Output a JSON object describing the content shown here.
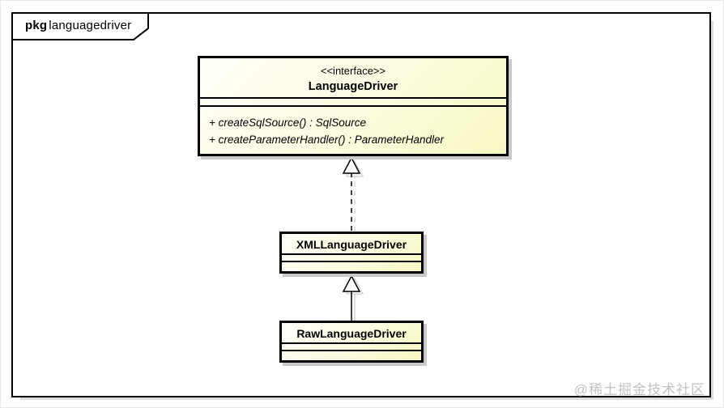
{
  "package": {
    "keyword": "pkg",
    "name": "languagedriver"
  },
  "interface": {
    "stereotype": "<<interface>>",
    "name": "LanguageDriver",
    "methods": [
      "+ createSqlSource() : SqlSource",
      "+ createParameterHandler() : ParameterHandler"
    ]
  },
  "classes": [
    {
      "name": "XMLLanguageDriver"
    },
    {
      "name": "RawLanguageDriver"
    }
  ],
  "relationships": [
    {
      "from": "XMLLanguageDriver",
      "to": "LanguageDriver",
      "type": "realization",
      "line_style": "dashed",
      "arrowhead": "hollow-triangle"
    },
    {
      "from": "RawLanguageDriver",
      "to": "XMLLanguageDriver",
      "type": "generalization",
      "line_style": "solid",
      "arrowhead": "hollow-triangle"
    }
  ],
  "watermark": "@稀土掘金技术社区",
  "colors": {
    "box_fill_top": "#fffef8",
    "box_fill_bottom": "#f7f7c2",
    "box_border": "#000000",
    "box_shadow": "#c9c9c9",
    "frame_border": "#000000",
    "frame_shadow": "#dcdcdc",
    "watermark_text": "#c2c2c2"
  }
}
